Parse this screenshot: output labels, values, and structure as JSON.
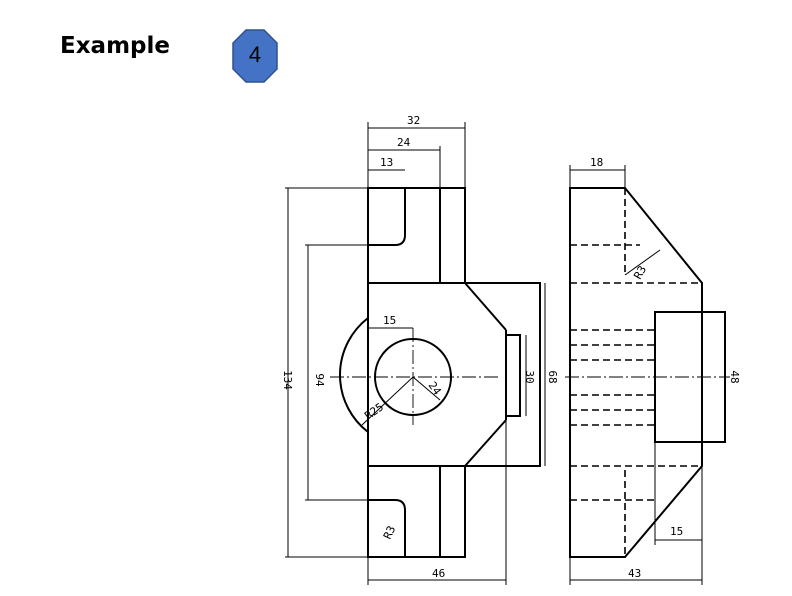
{
  "header": {
    "title": "Example",
    "example_number": "4",
    "badge_color": "#4472c4"
  },
  "drawing": {
    "front_view": {
      "dim_overall_width": "32",
      "dim_slot_width": "24",
      "dim_slot_offset": "13",
      "dim_bore_offset": "15",
      "dim_overall_height": "134",
      "dim_inner_height": "94",
      "dim_boss_height": "30",
      "dim_center_height": "68",
      "dim_bottom_width": "46",
      "radius_bore": "24",
      "radius_arc": "R25",
      "radius_fillet": "R3"
    },
    "side_view": {
      "dim_top_width": "18",
      "dim_boss_height": "48",
      "dim_step": "15",
      "dim_bottom_width": "43",
      "radius_fillet": "R3"
    }
  }
}
